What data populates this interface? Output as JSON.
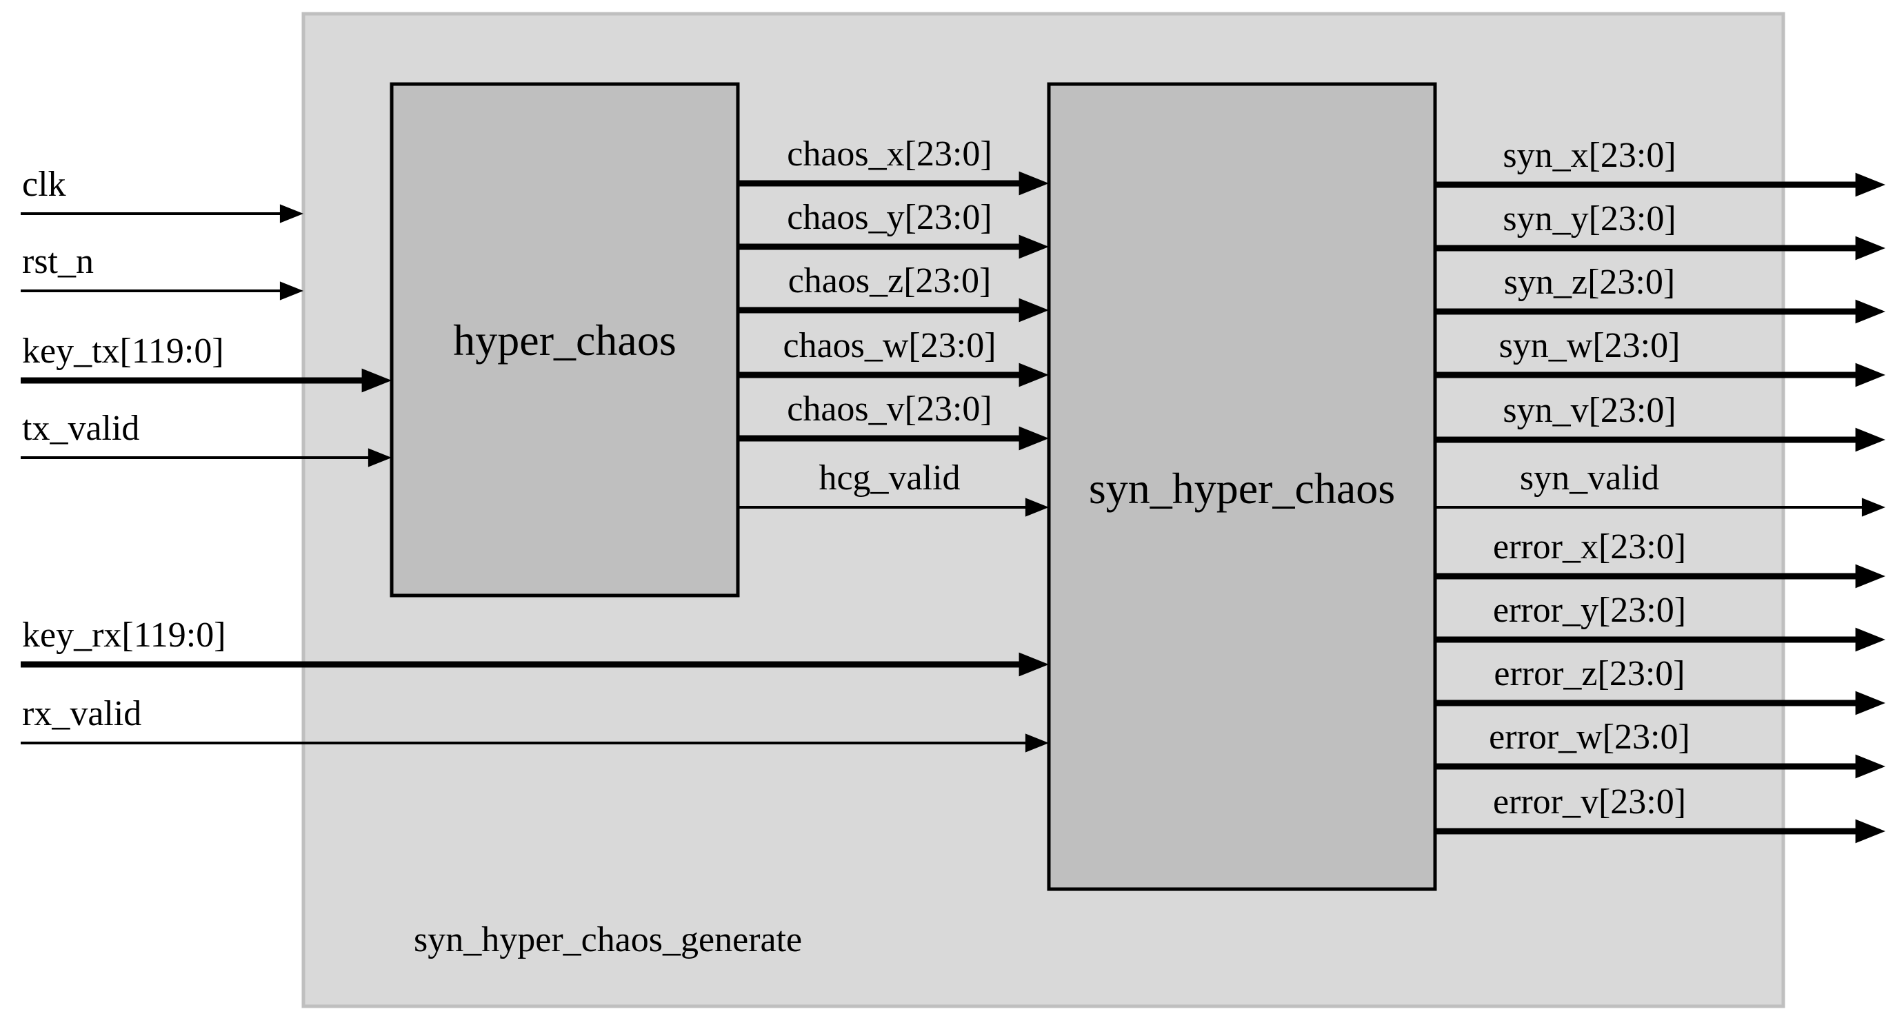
{
  "module": {
    "name": "syn_hyper_chaos_generate"
  },
  "blocks": {
    "hyper_chaos": "hyper_chaos",
    "syn_hyper_chaos": "syn_hyper_chaos"
  },
  "inputs": [
    {
      "label": "clk",
      "bus": false
    },
    {
      "label": "rst_n",
      "bus": false
    },
    {
      "label": "key_tx[119:0]",
      "bus": true
    },
    {
      "label": "tx_valid",
      "bus": false
    },
    {
      "label": "key_rx[119:0]",
      "bus": true
    },
    {
      "label": "rx_valid",
      "bus": false
    }
  ],
  "internal": [
    {
      "label": "chaos_x[23:0]",
      "bus": true
    },
    {
      "label": "chaos_y[23:0]",
      "bus": true
    },
    {
      "label": "chaos_z[23:0]",
      "bus": true
    },
    {
      "label": "chaos_w[23:0]",
      "bus": true
    },
    {
      "label": "chaos_v[23:0]",
      "bus": true
    },
    {
      "label": "hcg_valid",
      "bus": false
    }
  ],
  "outputs": [
    {
      "label": "syn_x[23:0]",
      "bus": true
    },
    {
      "label": "syn_y[23:0]",
      "bus": true
    },
    {
      "label": "syn_z[23:0]",
      "bus": true
    },
    {
      "label": "syn_w[23:0]",
      "bus": true
    },
    {
      "label": "syn_v[23:0]",
      "bus": true
    },
    {
      "label": "syn_valid",
      "bus": false
    },
    {
      "label": "error_x[23:0]",
      "bus": true
    },
    {
      "label": "error_y[23:0]",
      "bus": true
    },
    {
      "label": "error_z[23:0]",
      "bus": true
    },
    {
      "label": "error_w[23:0]",
      "bus": true
    },
    {
      "label": "error_v[23:0]",
      "bus": true
    }
  ],
  "colors": {
    "module_fill": "#d9d9d9",
    "module_stroke": "#bfbfbf",
    "block_fill": "#bfbfbf",
    "line": "#000000"
  }
}
